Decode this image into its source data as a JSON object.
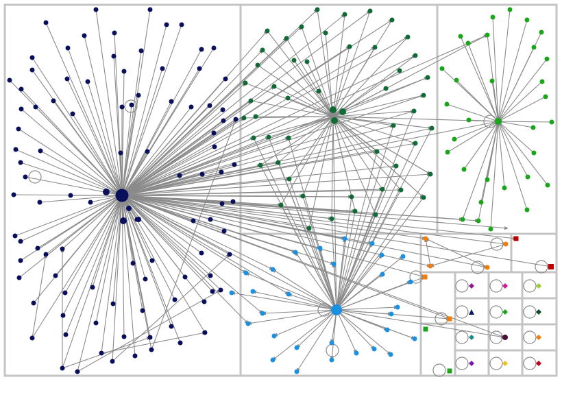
{
  "graph": {
    "colors": {
      "group1": "#0a0f5c",
      "group2": "#0f6a36",
      "group3": "#1aa51a",
      "group4": "#1a90e0",
      "small_orange": "#f07c0a",
      "small_red": "#c00000",
      "edge": "#8a8a8a",
      "box_border": "#c4c4c4"
    },
    "groups": [
      {
        "id": "g1",
        "name": "group-1-navy-cluster",
        "color_key": "group1",
        "shape": "circle"
      },
      {
        "id": "g2",
        "name": "group-2-dark-green-cluster",
        "color_key": "group2",
        "shape": "circle"
      },
      {
        "id": "g3",
        "name": "group-3-green-cluster",
        "color_key": "group3",
        "shape": "circle"
      },
      {
        "id": "g4",
        "name": "group-4-blue-cluster",
        "color_key": "group4",
        "shape": "circle"
      },
      {
        "id": "g5",
        "name": "group-5-orange-cluster",
        "color_key": "small_orange",
        "shape": "circle"
      },
      {
        "id": "g6",
        "name": "group-6-red-pair",
        "color_key": "small_red",
        "shape": "square"
      },
      {
        "id": "g7",
        "name": "group-7-orange-square-pair",
        "color_key": "small_orange",
        "shape": "square"
      },
      {
        "id": "g8",
        "name": "group-8-green-square-pair",
        "color_key": "group3",
        "shape": "square"
      }
    ],
    "isolates": [
      {
        "name": "isolate-purple-diamond",
        "color": "#8b1a8b",
        "shape": "diamond"
      },
      {
        "name": "isolate-magenta-diamond",
        "color": "#d01a9a",
        "shape": "diamond"
      },
      {
        "name": "isolate-lime-diamond",
        "color": "#9acd32",
        "shape": "diamond"
      },
      {
        "name": "isolate-navy-triangle",
        "color": "#0a1a5c",
        "shape": "triangle"
      },
      {
        "name": "isolate-green-diamond",
        "color": "#1aa51a",
        "shape": "diamond"
      },
      {
        "name": "isolate-darkgreen-diamond",
        "color": "#0f4a26",
        "shape": "diamond"
      },
      {
        "name": "isolate-teal-diamond",
        "color": "#1a8a8a",
        "shape": "diamond"
      },
      {
        "name": "isolate-plum-circle",
        "color": "#4a0f3a",
        "shape": "circle"
      },
      {
        "name": "isolate-orange-diamond",
        "color": "#f07c0a",
        "shape": "diamond"
      },
      {
        "name": "isolate-violet-diamond",
        "color": "#7a1ab0",
        "shape": "diamond"
      },
      {
        "name": "isolate-yellow-diamond",
        "color": "#f0c020",
        "shape": "diamond"
      },
      {
        "name": "isolate-crimson-diamond",
        "color": "#c00020",
        "shape": "diamond"
      }
    ]
  }
}
